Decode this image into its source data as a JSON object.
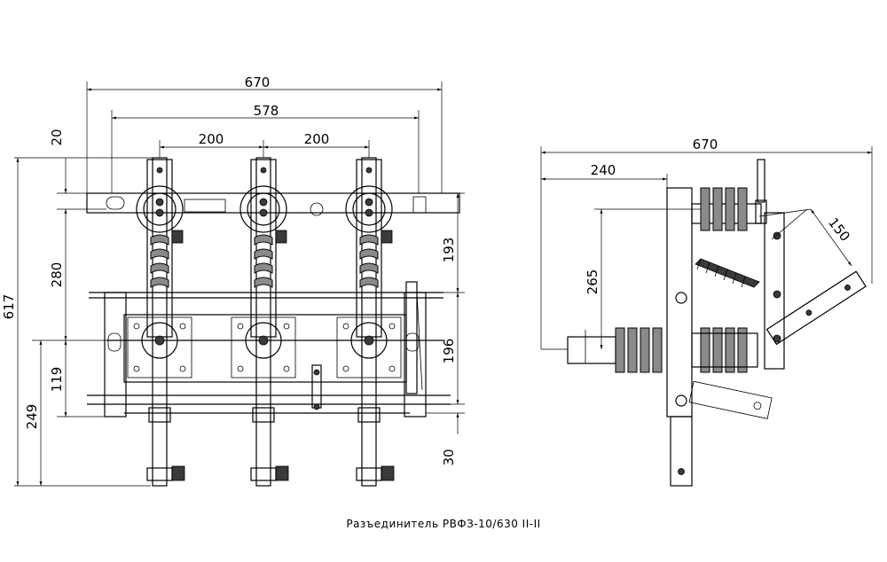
{
  "caption": "Разъединитель РВФЗ-10/630 II-II",
  "front_view": {
    "dimensions": {
      "overall_width": "670",
      "inner_width": "578",
      "pole_pitch_left": "200",
      "pole_pitch_right": "200",
      "top_offset": "20",
      "overall_height": "617",
      "upper_span": "280",
      "lower_span": "119",
      "base_height": "249",
      "right_upper": "193",
      "right_lower": "196",
      "right_bottom": "30"
    }
  },
  "side_view": {
    "dimensions": {
      "overall_width": "670",
      "offset": "240",
      "height": "265",
      "blade_length": "150"
    }
  }
}
